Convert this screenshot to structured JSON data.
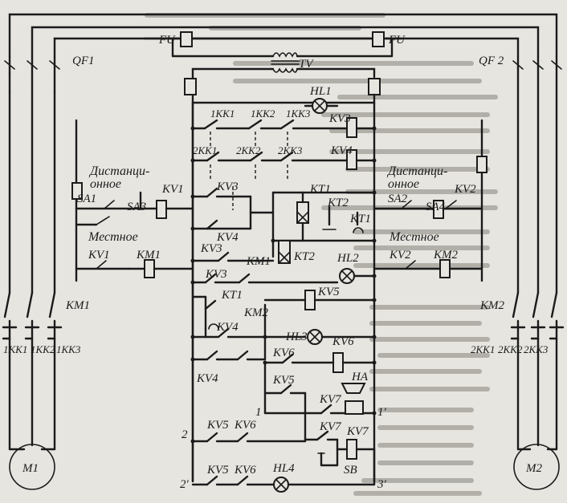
{
  "labels": {
    "fu_left": "FU",
    "fu_right": "FU",
    "tv": "TV",
    "qf1": "QF1",
    "qf2": "QF 2",
    "hl1": "HL1",
    "hl2": "HL2",
    "hl3": "HL3",
    "hl4": "HL4",
    "kk1_1": "1KK1",
    "kk1_2": "1KK2",
    "kk1_3": "1KK3",
    "kk2_1": "2KK1",
    "kk2_2": "2KK2",
    "kk2_3": "2KK3",
    "kv1": "KV1",
    "kv2": "KV2",
    "kv3": "KV3",
    "kv4": "KV4",
    "kv5": "KV5",
    "kv6": "KV6",
    "kv7": "KV7",
    "kt1": "KT1",
    "kt2": "KT2",
    "km1": "KM1",
    "km2": "KM2",
    "sa1": "SA1",
    "sa2": "SA2",
    "sa3": "SA3",
    "sa4": "SA4",
    "ha": "HA",
    "sb": "SB",
    "m1": "M1",
    "m2": "M2",
    "remote_l": [
      "Дистанци-",
      "онное"
    ],
    "remote_r": [
      "Дистанци-",
      "онное"
    ],
    "local_l": "Местное",
    "local_r": "Местное",
    "n1": "1",
    "n1p": "1'",
    "n2": "2",
    "n2p": "2'",
    "n3p": "3'"
  }
}
